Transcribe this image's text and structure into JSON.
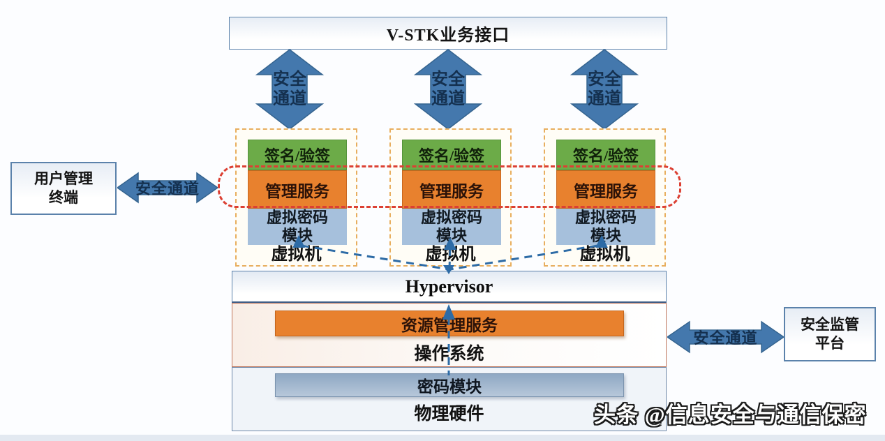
{
  "colors": {
    "arrow-blue": "#4478ad",
    "arrow-blue-dark": "#35648f",
    "label-navy": "#14304f",
    "green-box": "#6cab48",
    "orange-box": "#e8812e",
    "blue-module": "#a6c0dc",
    "vm-dash": "#e8ae5e",
    "red-dash": "#dc4033",
    "box-border": "#5b82ab",
    "dash-blue": "#2d6ba6"
  },
  "top_interface": {
    "label": "V-STK业务接口"
  },
  "channel": {
    "line1": "安全",
    "line2": "通道",
    "horizontal": "安全通道"
  },
  "vms": [
    {
      "sign": "签名/验签",
      "mgmt": "管理服务",
      "vcm1": "虚拟密码",
      "vcm2": "模块",
      "label": "虚拟机"
    },
    {
      "sign": "签名/验签",
      "mgmt": "管理服务",
      "vcm1": "虚拟密码",
      "vcm2": "模块",
      "label": "虚拟机"
    },
    {
      "sign": "签名/验签",
      "mgmt": "管理服务",
      "vcm1": "虚拟密码",
      "vcm2": "模块",
      "label": "虚拟机"
    }
  ],
  "left_terminal": {
    "line1": "用户管理",
    "line2": "终端"
  },
  "right_platform": {
    "line1": "安全监管",
    "line2": "平台"
  },
  "stack": {
    "hypervisor": "Hypervisor",
    "resource": "资源管理服务",
    "os": "操作系统",
    "crypto": "密码模块",
    "hardware": "物理硬件"
  },
  "watermark": "头条 @信息安全与通信保密"
}
